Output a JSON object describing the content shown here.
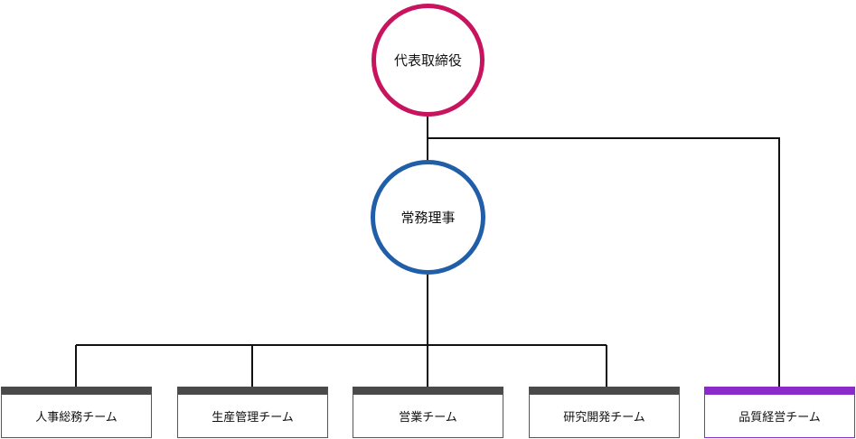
{
  "executive": {
    "label": "代表取締役",
    "color": "#c8145e"
  },
  "managing_director": {
    "label": "常務理事",
    "color": "#205ea8"
  },
  "teams": [
    {
      "label": "人事総務チーム"
    },
    {
      "label": "生産管理チーム"
    },
    {
      "label": "営業チーム"
    },
    {
      "label": "研究開発チーム"
    },
    {
      "label": "品質経営チーム",
      "color": "#8a2ac8"
    }
  ]
}
